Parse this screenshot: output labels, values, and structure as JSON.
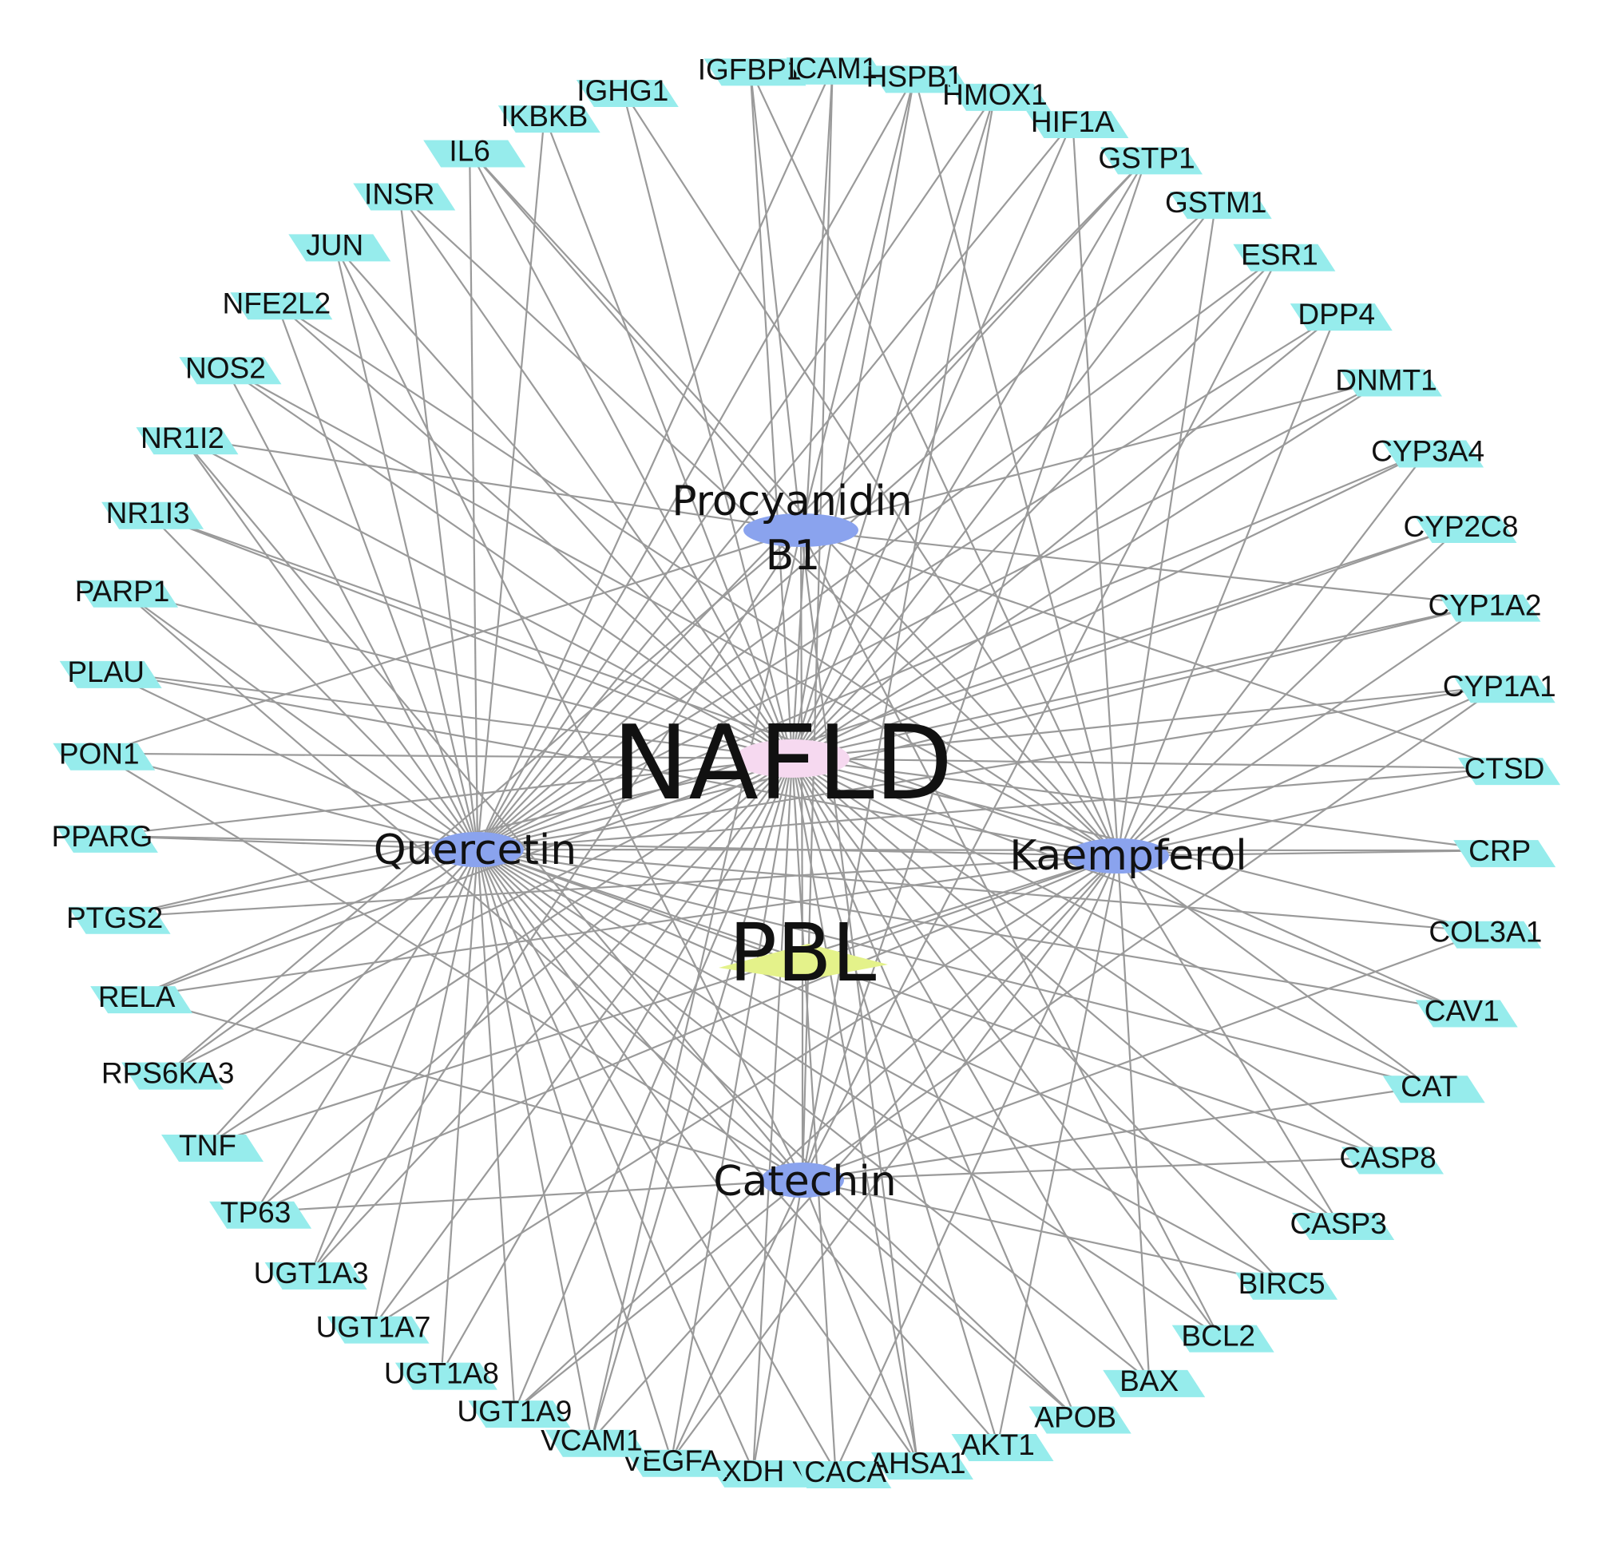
{
  "colors": {
    "edge": "#9a9a9a",
    "target_node": "#96ecec",
    "compound_node": "#8aa3ee",
    "disease_node": "#f6d9f0",
    "herb_node": "#e4f28a"
  },
  "center_nodes": {
    "disease": "NAFLD",
    "herb": "PBL"
  },
  "compounds": [
    {
      "id": "procyanidin",
      "label_lines": [
        "Procyanidin",
        "B1"
      ]
    },
    {
      "id": "quercetin",
      "label_lines": [
        "Quercetin"
      ]
    },
    {
      "id": "kaempferol",
      "label_lines": [
        "Kaempferol"
      ]
    },
    {
      "id": "catechin",
      "label_lines": [
        "Catechin"
      ]
    }
  ],
  "targets": [
    "IGFBP1",
    "ICAM1",
    "HSPB1",
    "HMOX1",
    "HIF1A",
    "GSTP1",
    "GSTM1",
    "ESR1",
    "DPP4",
    "DNMT1",
    "CYP3A4",
    "CYP2C8",
    "CYP1A2",
    "CYP1A1",
    "CTSD",
    "CRP",
    "COL3A1",
    "CAV1",
    "CAT",
    "CASP8",
    "CASP3",
    "BIRC5",
    "BCL2",
    "BAX",
    "APOB",
    "AKT1",
    "AHSA1",
    "ACACA",
    "XDH",
    "VEGFA",
    "VCAM1",
    "UGT1A9",
    "UGT1A8",
    "UGT1A7",
    "UGT1A3",
    "TP63",
    "TNF",
    "RPS6KA3",
    "RELA",
    "PTGS2",
    "PPARG",
    "PON1",
    "PLAU",
    "PARP1",
    "NR1I3",
    "NR1I2",
    "NOS2",
    "NFE2L2",
    "JUN",
    "INSR",
    "IL6",
    "IKBKB",
    "IGHG1"
  ],
  "edges": [
    [
      "quercetin",
      [
        1,
        2,
        3,
        4,
        5,
        6,
        7,
        8,
        9,
        10,
        11,
        12,
        13,
        14,
        15,
        16,
        17,
        18,
        19,
        20,
        21,
        22,
        23,
        24,
        25,
        26,
        27,
        28,
        29,
        30,
        31,
        32,
        33,
        34,
        35,
        36,
        37,
        38,
        39,
        40,
        41,
        42,
        43,
        44,
        45,
        46,
        47,
        48,
        49,
        50,
        51
      ]
    ],
    [
      "kaempferol",
      [
        0,
        2,
        4,
        6,
        8,
        10,
        11,
        12,
        13,
        14,
        15,
        17,
        18,
        20,
        23,
        25,
        27,
        29,
        30,
        31,
        33,
        35,
        36,
        38,
        39,
        40,
        42,
        44,
        46,
        47,
        49,
        50,
        52
      ]
    ],
    [
      "catechin",
      [
        1,
        3,
        5,
        7,
        13,
        16,
        18,
        19,
        21,
        24,
        26,
        28,
        29,
        31,
        35,
        38,
        41,
        43,
        45,
        48
      ]
    ],
    [
      "procyanidin",
      [
        0,
        2,
        5,
        9,
        12,
        14,
        22,
        26,
        30,
        34,
        37,
        41,
        45,
        50
      ]
    ]
  ]
}
